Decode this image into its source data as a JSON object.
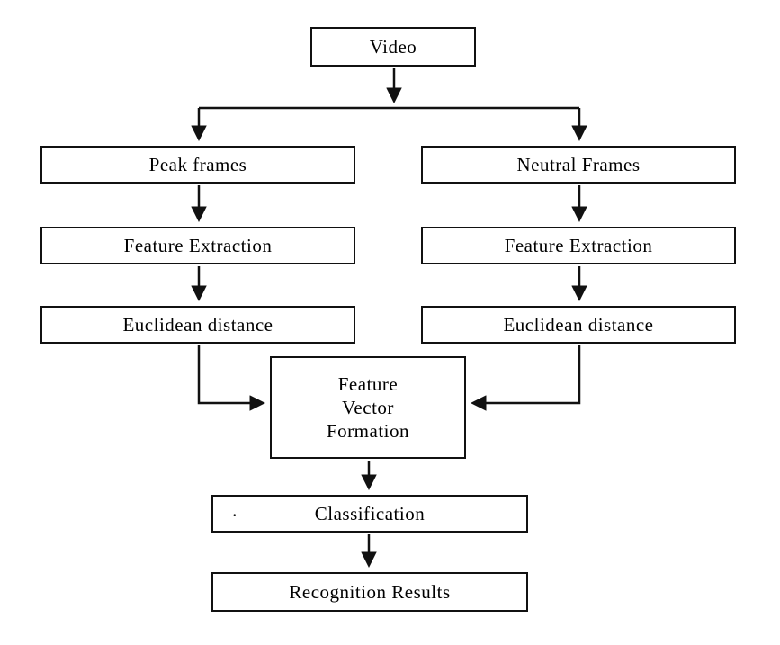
{
  "diagram": {
    "nodes": {
      "video": "Video",
      "peak_frames": "Peak frames",
      "neutral_frames": "Neutral Frames",
      "feature_extraction_left": "Feature Extraction",
      "feature_extraction_right": "Feature Extraction",
      "euclidean_left": "Euclidean distance",
      "euclidean_right": "Euclidean distance",
      "feature_vector_formation": "Feature\nVector\nFormation",
      "classification": "Classification",
      "recognition_results": "Recognition Results",
      "stray_dot": "."
    },
    "line_color": "#000000",
    "box_background": "#ffffff"
  }
}
